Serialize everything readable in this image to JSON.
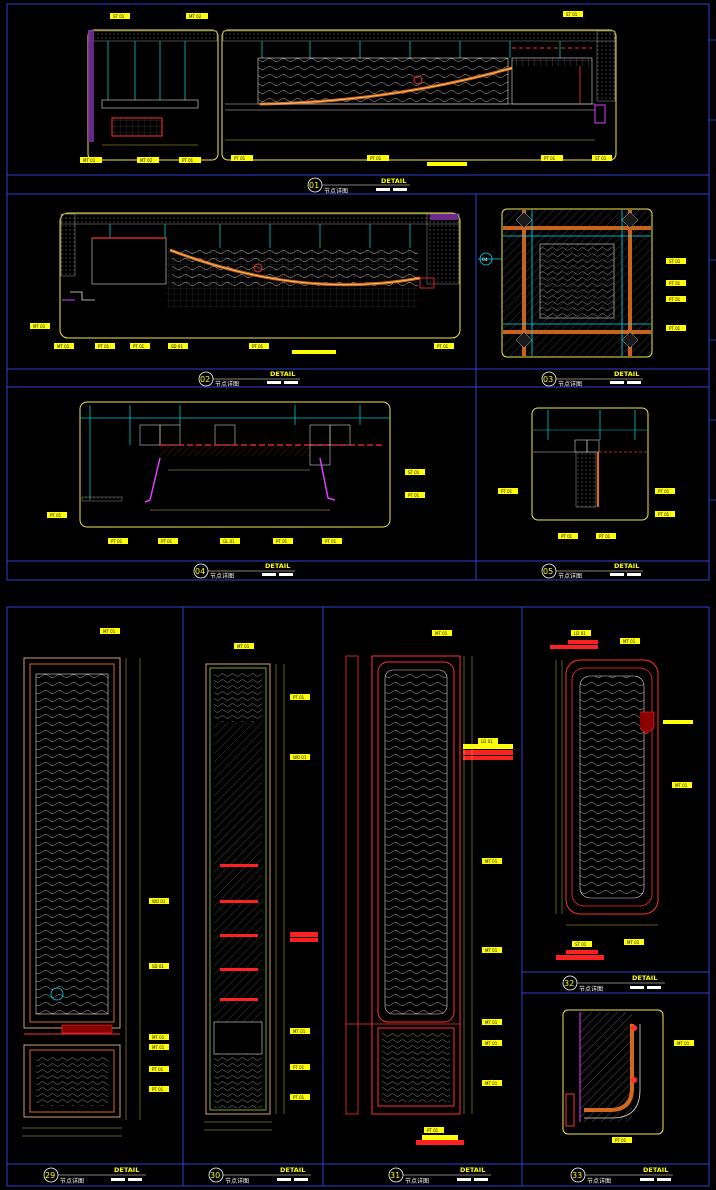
{
  "sheets": [
    {
      "panels": [
        {
          "num": "01",
          "title": "DETAIL",
          "subtitle": "节点详图"
        },
        {
          "num": "02",
          "title": "DETAIL",
          "subtitle": "节点详图"
        },
        {
          "num": "03",
          "title": "DETAIL",
          "subtitle": "节点详图"
        },
        {
          "num": "04",
          "title": "DETAIL",
          "subtitle": "节点详图"
        },
        {
          "num": "05",
          "title": "DETAIL",
          "subtitle": "节点详图"
        }
      ]
    },
    {
      "panels": [
        {
          "num": "29",
          "title": "DETAIL",
          "subtitle": "节点详图"
        },
        {
          "num": "30",
          "title": "DETAIL",
          "subtitle": "节点详图"
        },
        {
          "num": "31",
          "title": "DETAIL",
          "subtitle": "节点详图"
        },
        {
          "num": "32",
          "title": "DETAIL",
          "subtitle": "节点详图"
        },
        {
          "num": "33",
          "title": "DETAIL",
          "subtitle": "节点详图"
        }
      ]
    }
  ],
  "tags": {
    "pt01": "PT 01",
    "mt01": "MT 01",
    "mt02": "MT 02",
    "st01": "ST 01",
    "wd01": "WD 01",
    "gl01": "GL 01",
    "sd01": "SD 01",
    "ld01": "LD 01"
  },
  "marker_04": "04",
  "colors": {
    "background": "#000000",
    "frame": "#2f3fd6",
    "outline": "#f2e64a",
    "tag": "#ffff00",
    "accent_red": "#ff2020",
    "wood": "#d2691e",
    "magenta": "#e040ff",
    "cyan": "#00e0e0",
    "white": "#ffffff"
  }
}
